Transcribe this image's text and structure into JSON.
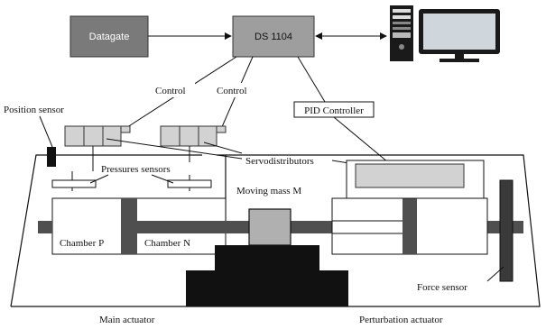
{
  "blocks": {
    "datagate": "Datagate",
    "ds1104": "DS 1104",
    "pid": "PID Controller"
  },
  "labels": {
    "control_left": "Control",
    "control_right": "Control",
    "position_sensor": "Position sensor",
    "pressures_sensors": "Pressures sensors",
    "servodistributors": "Servodistributors",
    "moving_mass": "Moving mass M",
    "chamber_p": "Chamber P",
    "chamber_n": "Chamber N",
    "force_sensor": "Force sensor",
    "main_actuator": "Main actuator",
    "perturbation_actuator": "Perturbation actuator"
  },
  "colors": {
    "block_dark": "#7a7a7a",
    "block_mid": "#9e9e9e",
    "block_light": "#d2d2d2",
    "rod": "#555555",
    "black": "#111111"
  }
}
